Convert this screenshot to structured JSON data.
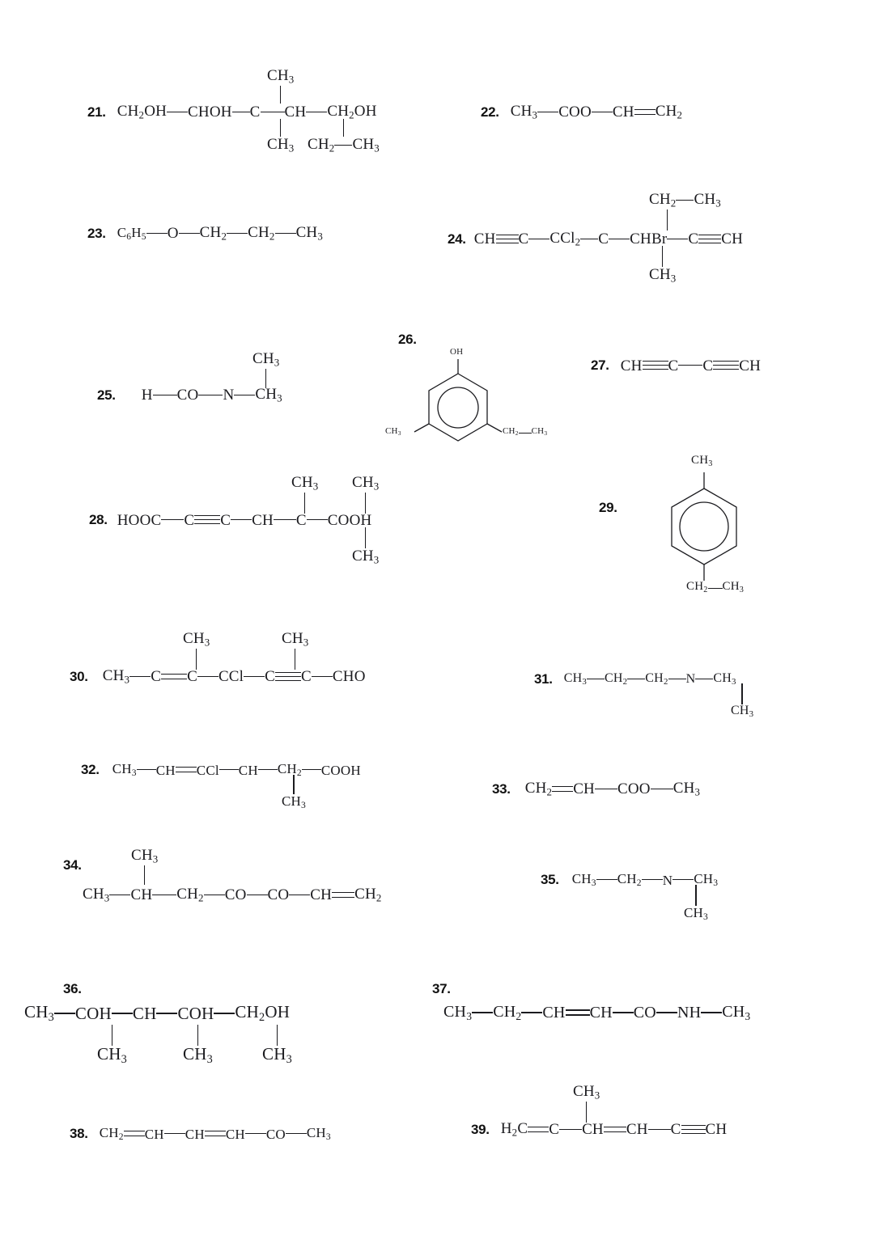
{
  "document": {
    "kind": "chemistry-worksheet",
    "description": "Condensed structural formulas numbered 21 through 39"
  },
  "items": {
    "n21": {
      "number": "21.",
      "atoms": [
        "CH2OH",
        "CHOH",
        "C",
        "CH",
        "CH2OH"
      ],
      "up": "CH3",
      "down1": "CH3",
      "down2": [
        "CH2",
        "CH3"
      ]
    },
    "n22": {
      "number": "22.",
      "atoms": [
        "CH3",
        "COO",
        "CH",
        "CH2"
      ]
    },
    "n23": {
      "number": "23.",
      "atoms": [
        "C6H5",
        "O",
        "CH2",
        "CH2",
        "CH3"
      ]
    },
    "n24": {
      "number": "24.",
      "atoms": [
        "CH",
        "C",
        "CCl2",
        "C",
        "CHBr",
        "C",
        "CH"
      ],
      "up": [
        "CH2",
        "CH3"
      ],
      "down": "CH3"
    },
    "n25": {
      "number": "25.",
      "atoms": [
        "H",
        "CO",
        "N",
        "CH3"
      ],
      "up": "CH3"
    },
    "n26": {
      "number": "26.",
      "top": "OH",
      "left": "CH3",
      "right": [
        "CH2",
        "CH3"
      ]
    },
    "n27": {
      "number": "27.",
      "atoms": [
        "CH",
        "C",
        "C",
        "CH"
      ]
    },
    "n28": {
      "number": "28.",
      "atoms": [
        "HOOC",
        "C",
        "C",
        "CH",
        "C",
        "COOH"
      ],
      "up1": "CH3",
      "up2": "CH3",
      "down": "CH3"
    },
    "n29": {
      "number": "29.",
      "top": "CH3",
      "bottom": [
        "CH2",
        "CH3"
      ]
    },
    "n30": {
      "number": "30.",
      "atoms": [
        "CH3",
        "C",
        "C",
        "CCl",
        "C",
        "C",
        "CHO"
      ],
      "up1": "CH3",
      "up2": "CH3"
    },
    "n31": {
      "number": "31.",
      "atoms": [
        "CH3",
        "CH2",
        "CH2",
        "N",
        "CH3"
      ],
      "down": "CH3"
    },
    "n32": {
      "number": "32.",
      "atoms": [
        "CH3",
        "CH",
        "CCl",
        "CH",
        "CH2",
        "COOH"
      ],
      "down": "CH3"
    },
    "n33": {
      "number": "33.",
      "atoms": [
        "CH2",
        "CH",
        "COO",
        "CH3"
      ]
    },
    "n34": {
      "number": "34.",
      "atoms": [
        "CH3",
        "CH",
        "CH2",
        "CO",
        "CO",
        "CH",
        "CH2"
      ],
      "up": "CH3"
    },
    "n35": {
      "number": "35.",
      "atoms": [
        "CH3",
        "CH2",
        "N",
        "CH3"
      ],
      "down": "CH3"
    },
    "n36": {
      "number": "36.",
      "atoms": [
        "CH3",
        "COH",
        "CH",
        "COH",
        "CH2OH"
      ],
      "down1": "CH3",
      "down2": "CH3",
      "down3": "CH3"
    },
    "n37": {
      "number": "37.",
      "atoms": [
        "CH3",
        "CH2",
        "CH",
        "CH",
        "CO",
        "NH",
        "CH3"
      ]
    },
    "n38": {
      "number": "38.",
      "atoms": [
        "CH2",
        "CH",
        "CH",
        "CH",
        "CO",
        "CH3"
      ]
    },
    "n39": {
      "number": "39.",
      "atoms": [
        "H2C",
        "C",
        "CH",
        "CH",
        "C",
        "CH"
      ],
      "up": "CH3"
    }
  }
}
